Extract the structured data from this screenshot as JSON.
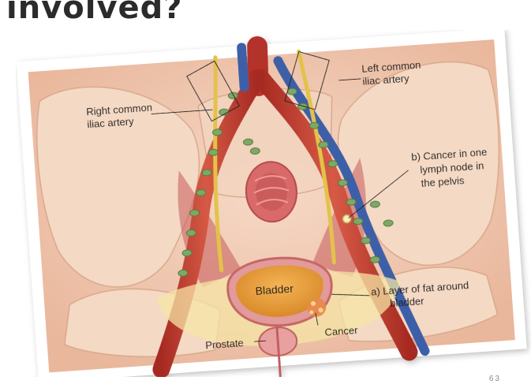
{
  "heading": "involved?",
  "slide_number": "63",
  "labels": {
    "right_common_iliac_1": "Right common",
    "right_common_iliac_2": "iliac artery",
    "left_common_iliac_1": "Left common",
    "left_common_iliac_2": "iliac artery",
    "cancer_lymph_1": "b) Cancer in one",
    "cancer_lymph_2": "lymph node in",
    "cancer_lymph_3": "the pelvis",
    "bladder": "Bladder",
    "fat_layer_1": "a) Layer of fat around",
    "fat_layer_2": "bladder",
    "prostate": "Prostate",
    "cancer": "Cancer"
  }
}
